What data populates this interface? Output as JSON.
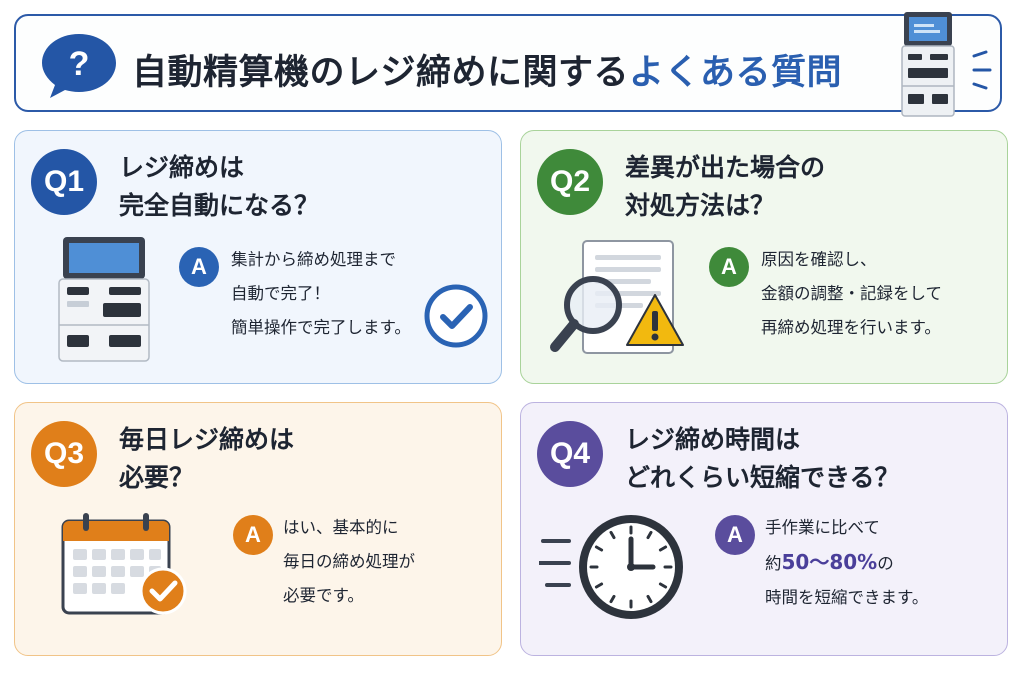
{
  "header": {
    "title_main": "自動精算機のレジ締めに関する",
    "title_highlight": "よくある質問",
    "bubble_icon": "question-bubble-icon",
    "kiosk_icon": "kiosk-icon"
  },
  "colors": {
    "primary_blue": "#2456a6",
    "green": "#3f8a3a",
    "orange": "#e07f1a",
    "purple": "#5a4d9d"
  },
  "faq": [
    {
      "q_label": "Q1",
      "question": [
        "レジ締めは",
        "完全自動になる？"
      ],
      "a_label": "A",
      "answer": [
        "集計から締め処理まで",
        "自動で完了！",
        "簡単操作で完了します。"
      ],
      "icon": "kiosk-machine-icon",
      "icon2": "check-circle-icon"
    },
    {
      "q_label": "Q2",
      "question": [
        "差異が出た場合の",
        "対処方法は？"
      ],
      "a_label": "A",
      "answer": [
        "原因を確認し、",
        "金額の調整・記録をして",
        "再締め処理を行います。"
      ],
      "icon": "document-magnifier-warning-icon"
    },
    {
      "q_label": "Q3",
      "question": [
        "毎日レジ締めは",
        "必要？"
      ],
      "a_label": "A",
      "answer": [
        "はい、基本的に",
        "毎日の締め処理が",
        "必要です。"
      ],
      "icon": "calendar-check-icon"
    },
    {
      "q_label": "Q4",
      "question": [
        "レジ締め時間は",
        "どれくらい短縮できる？"
      ],
      "a_label": "A",
      "answer_line1": "手作業に比べて",
      "answer_line2_pre": "約",
      "answer_line2_accent": "50〜80%",
      "answer_line2_post": "の",
      "answer_line3": "時間を短縮できます。",
      "icon": "clock-icon"
    }
  ]
}
